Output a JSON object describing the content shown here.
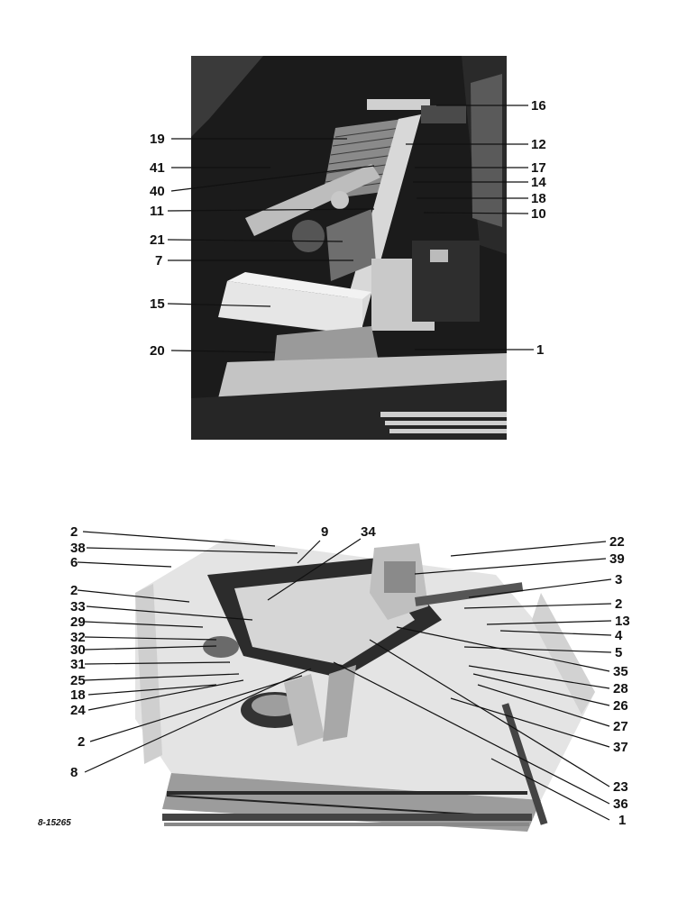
{
  "figure_id": "8-15265",
  "top_callouts": [
    "16",
    "19",
    "12",
    "41",
    "17",
    "40",
    "14",
    "18",
    "11",
    "10",
    "21",
    "7",
    "15",
    "1",
    "20"
  ],
  "bottom_callouts": [
    "2",
    "9",
    "34",
    "22",
    "38",
    "39",
    "6",
    "3",
    "2",
    "2",
    "33",
    "13",
    "29",
    "4",
    "32",
    "5",
    "30",
    "35",
    "31",
    "25",
    "28",
    "18",
    "26",
    "24",
    "27",
    "2",
    "37",
    "8",
    "23",
    "36",
    "1"
  ]
}
